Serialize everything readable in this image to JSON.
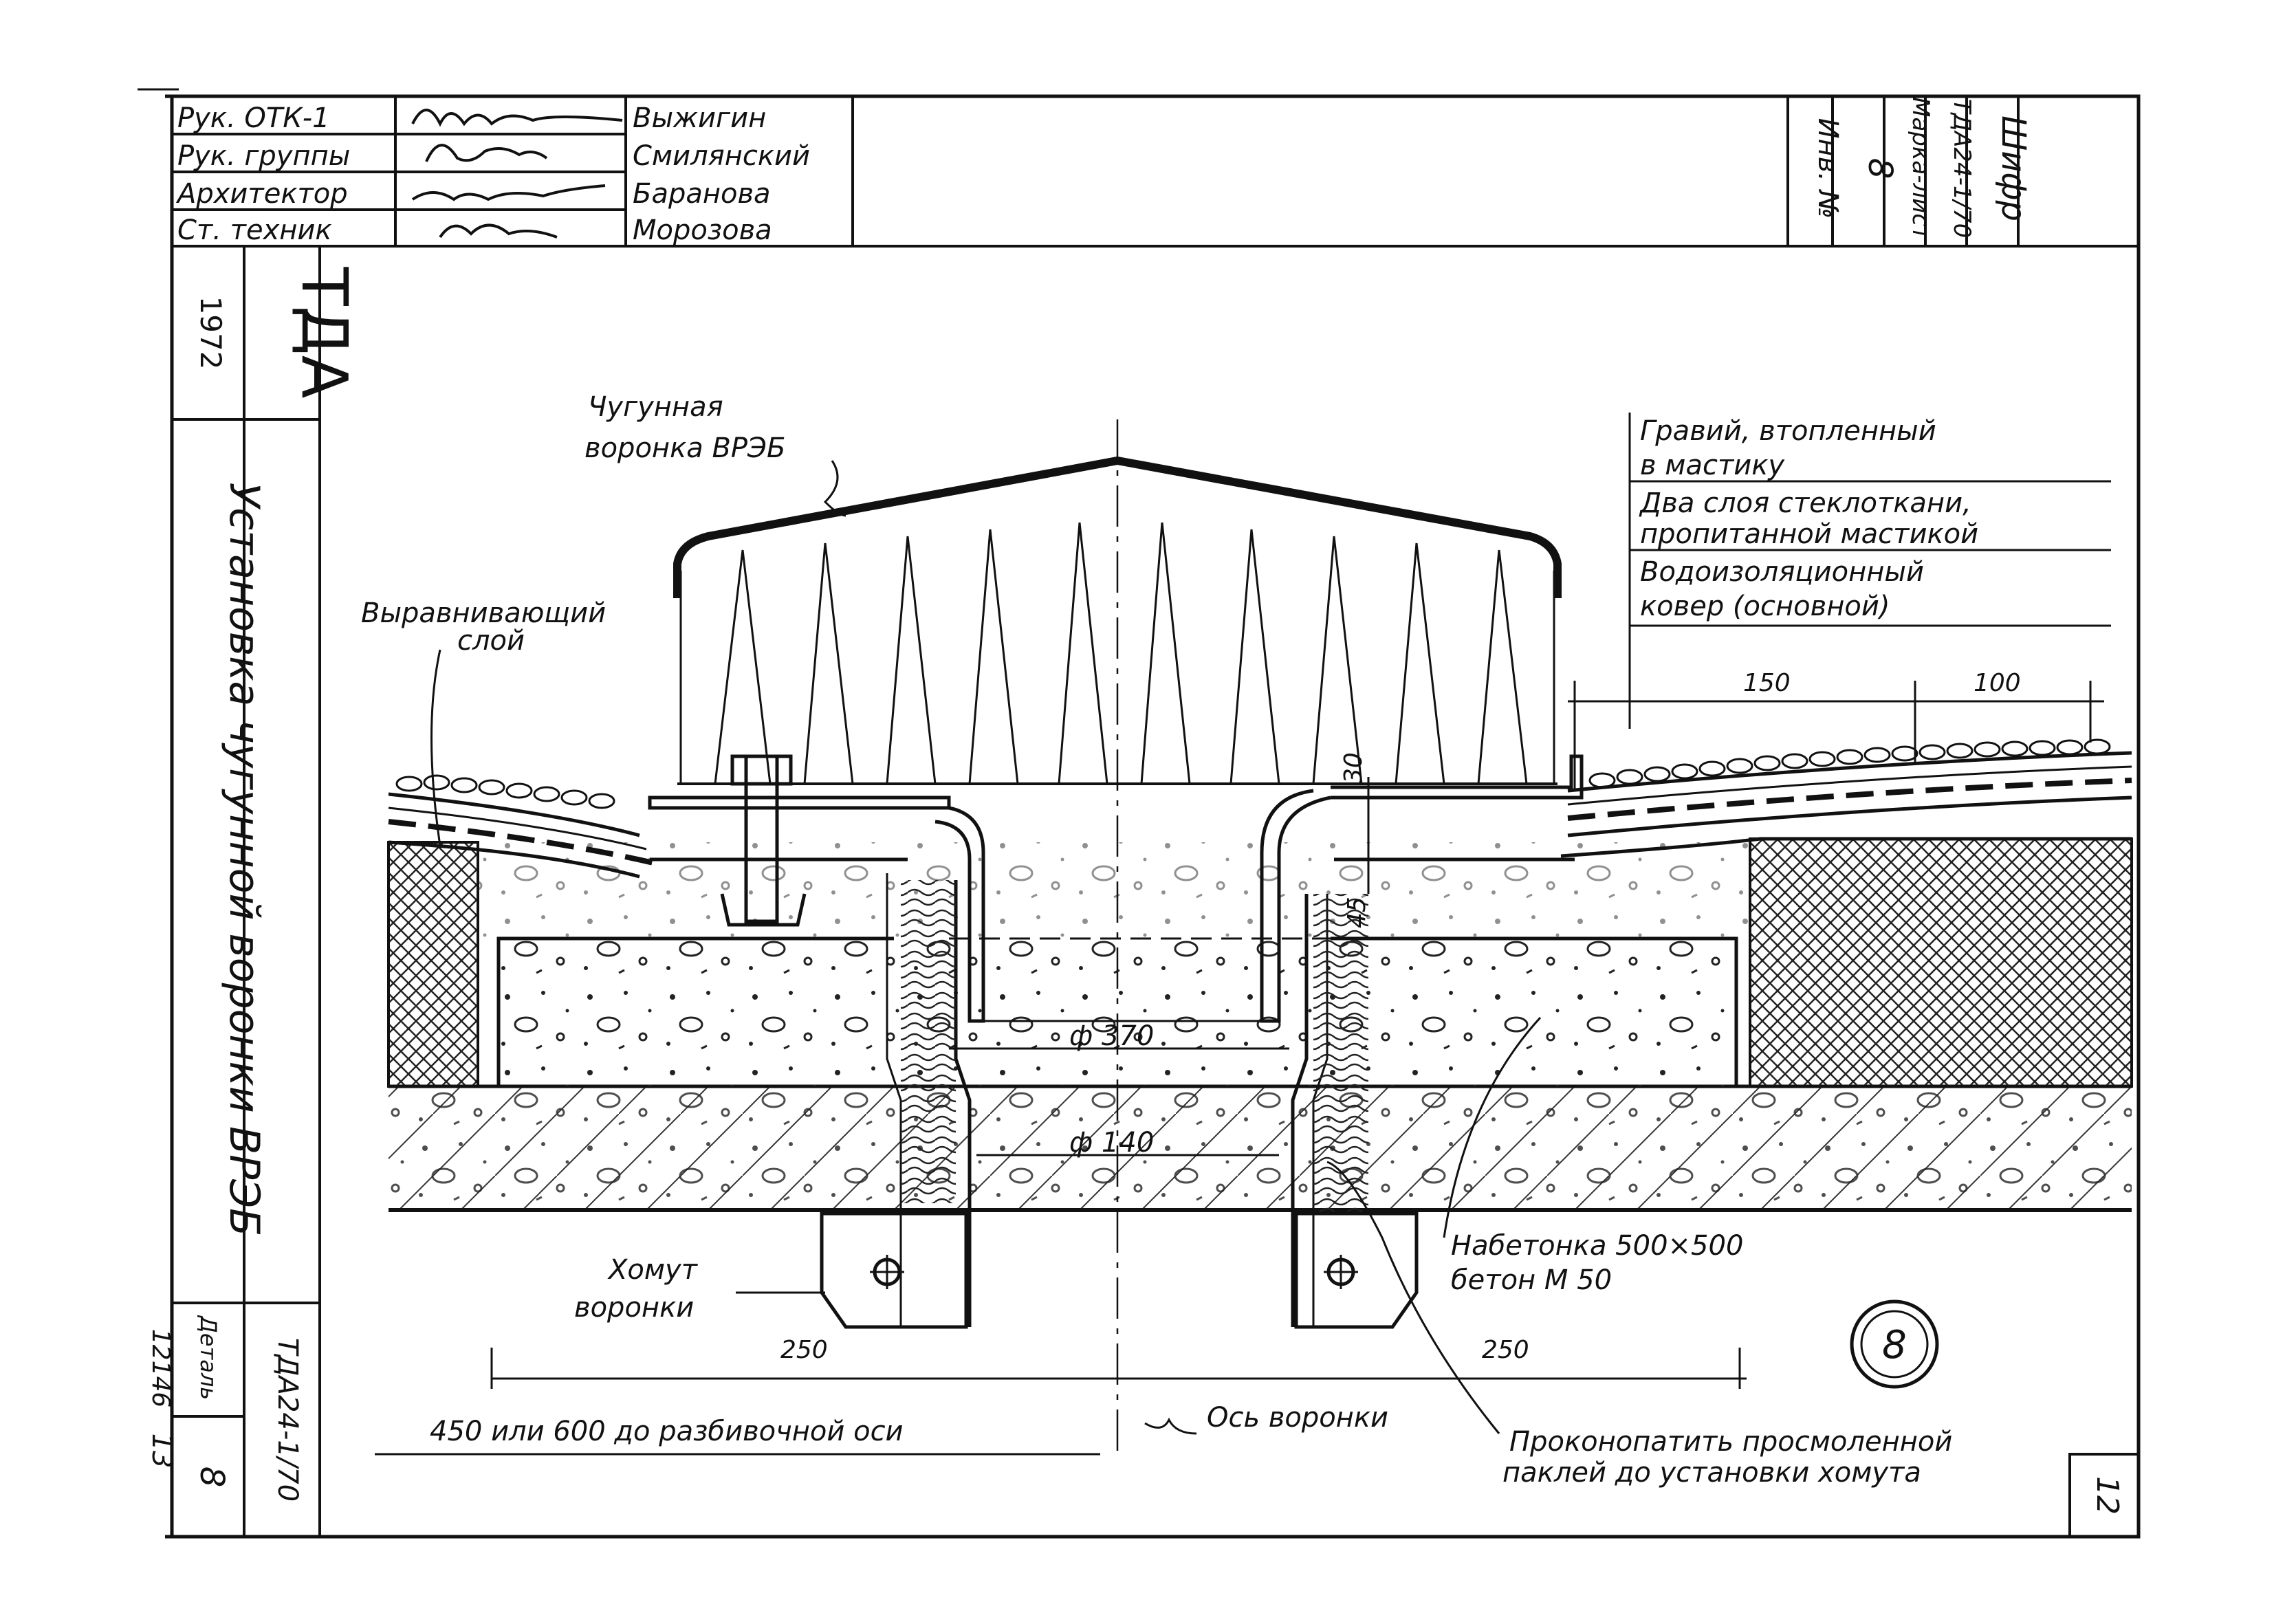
{
  "title_block": {
    "rows": [
      {
        "role": "Рук. ОТК-1",
        "name": "Выжигин"
      },
      {
        "role": "Рук. группы",
        "name": "Смилянский"
      },
      {
        "role": "Архитектор",
        "name": "Баранова"
      },
      {
        "role": "Ст. техник",
        "name": "Морозова"
      }
    ],
    "vertical_cells": [
      "Инв. №",
      "8",
      "Марка-лист",
      "ТДА24-1/70",
      "Шифр"
    ]
  },
  "left_strip": {
    "org": "ТДА",
    "year": "1972",
    "sheet_title": "Установка чугунной воронки ВРЭБ",
    "series": "ТДА24-1/70",
    "detail_label": "Деталь",
    "detail_no": "8",
    "code": "12146",
    "code_sheet": "13"
  },
  "labels": {
    "funnel": [
      "Чугунная",
      "воронка ВРЭБ"
    ],
    "leveling": [
      "Выравнивающий",
      "слой"
    ],
    "layer1": [
      "Гравий, втопленный",
      "в мастику"
    ],
    "layer2": [
      "Два слоя стеклоткани,",
      "пропитанной мастикой"
    ],
    "layer3": [
      "Водоизоляционный",
      "ковер (основной)"
    ],
    "clamp": [
      "Хомут",
      "воронки"
    ],
    "concrete": [
      "Набетонка 500×500",
      "бетон М 50"
    ],
    "caulk": [
      "Проконопатить просмоленной",
      "паклей до установки хомута"
    ],
    "axis_note": "450 или 600 до разбивочной оси",
    "axis": "Ось воронки"
  },
  "dimensions": {
    "d150": "150",
    "d100": "100",
    "d30": "30",
    "d45": "45",
    "dia370": "ф 370",
    "dia140": "ф 140",
    "left250": "250",
    "right250": "250"
  },
  "detail_marker": "8",
  "sheet_number": "12"
}
